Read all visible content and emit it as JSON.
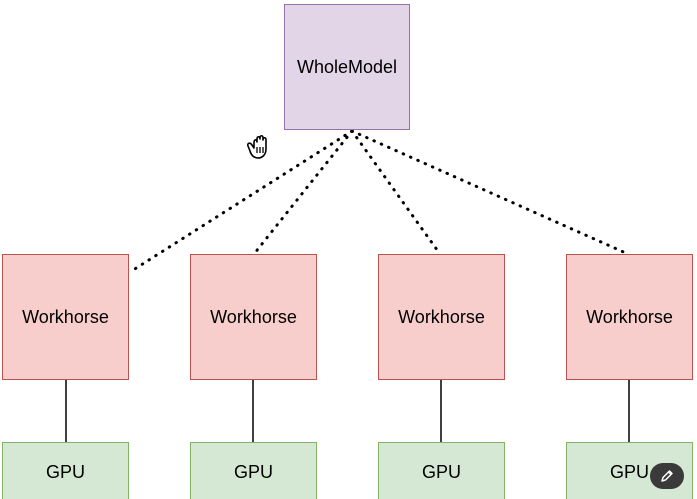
{
  "diagram": {
    "model": {
      "label": "WholeModel",
      "fill": "#e1d5e7",
      "stroke": "#9673a6"
    },
    "workers": [
      {
        "label": "Workhorse"
      },
      {
        "label": "Workhorse"
      },
      {
        "label": "Workhorse"
      },
      {
        "label": "Workhorse"
      }
    ],
    "gpus": [
      {
        "label": "GPU"
      },
      {
        "label": "GPU"
      },
      {
        "label": "GPU"
      },
      {
        "label": "GPU"
      }
    ],
    "colors": {
      "worker_fill": "#f8cecc",
      "worker_stroke": "#b85450",
      "gpu_fill": "#d5e8d4",
      "gpu_stroke": "#82b366",
      "connector": "#000000"
    },
    "connectors": {
      "model_to_worker": "dotted",
      "worker_to_gpu": "solid"
    }
  },
  "overlay": {
    "cursor_icon": "hand-grab-icon",
    "edit_button_icon": "pencil-icon"
  }
}
